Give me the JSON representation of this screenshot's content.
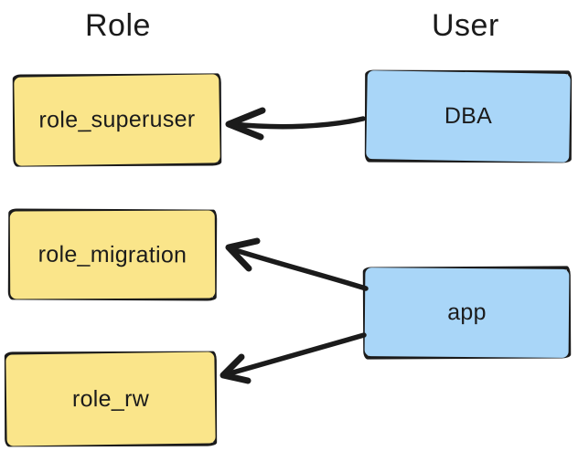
{
  "diagram": {
    "column_headers": {
      "role": "Role",
      "user": "User"
    },
    "nodes": {
      "role_superuser": {
        "label": "role_superuser",
        "type": "role"
      },
      "role_migration": {
        "label": "role_migration",
        "type": "role"
      },
      "role_rw": {
        "label": "role_rw",
        "type": "role"
      },
      "dba": {
        "label": "DBA",
        "type": "user"
      },
      "app": {
        "label": "app",
        "type": "user"
      }
    },
    "edges": [
      {
        "from": "DBA",
        "to": "role_superuser"
      },
      {
        "from": "app",
        "to": "role_migration"
      },
      {
        "from": "app",
        "to": "role_rw"
      }
    ],
    "colors": {
      "role_fill": "#FAE58A",
      "user_fill": "#A9D6F8",
      "stroke": "#1b1b1b",
      "background": "#ffffff"
    }
  }
}
